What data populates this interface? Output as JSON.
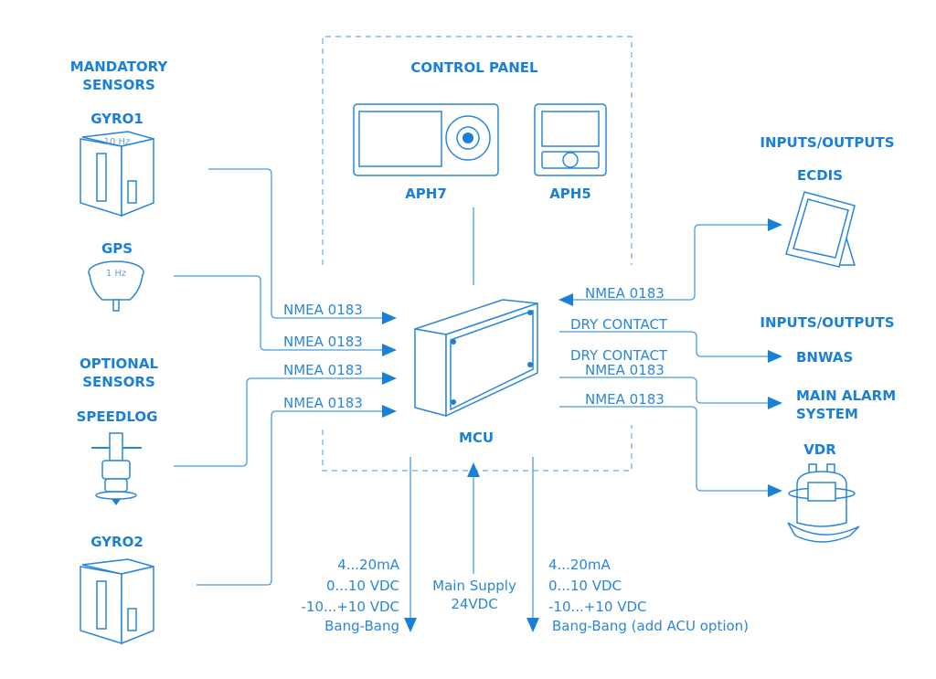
{
  "colors": {
    "accent": "#1a7fd6",
    "line": "#4b9be0"
  },
  "headings": {
    "mandatory": [
      "MANDATORY",
      "SENSORS"
    ],
    "optional": [
      "OPTIONAL",
      "SENSORS"
    ],
    "control_panel": "CONTROL PANEL",
    "io1": "INPUTS/OUTPUTS",
    "io2": "INPUTS/OUTPUTS"
  },
  "devices": {
    "gyro1": {
      "label": "GYRO1",
      "rate": "10 Hz"
    },
    "gps": {
      "label": "GPS",
      "rate": "1 Hz"
    },
    "speedlog": {
      "label": "SPEEDLOG"
    },
    "gyro2": {
      "label": "GYRO2"
    },
    "aph7": {
      "label": "APH7"
    },
    "aph5": {
      "label": "APH5"
    },
    "mcu": {
      "label": "MCU"
    },
    "ecdis": {
      "label": "ECDIS"
    },
    "bnwas": {
      "label": "BNWAS"
    },
    "main_alarm": {
      "label": [
        "MAIN ALARM",
        "SYSTEM"
      ]
    },
    "vdr": {
      "label": "VDR"
    }
  },
  "connections": {
    "gyro1": "NMEA 0183",
    "gps": "NMEA 0183",
    "speedlog": "NMEA 0183",
    "gyro2": "NMEA 0183",
    "ecdis": "NMEA 0183",
    "bnwas": "DRY CONTACT",
    "alarm_dry": "DRY CONTACT",
    "alarm_nmea": "NMEA 0183",
    "vdr": "NMEA 0183"
  },
  "outputs": {
    "left": [
      "4...20mA",
      "0...10 VDC",
      "-10...+10 VDC",
      "Bang-Bang"
    ],
    "supply": [
      "Main Supply",
      "24VDC"
    ],
    "right": [
      "4...20mA",
      "0...10 VDC",
      "-10...+10 VDC",
      "Bang-Bang (add ACU option)"
    ]
  }
}
